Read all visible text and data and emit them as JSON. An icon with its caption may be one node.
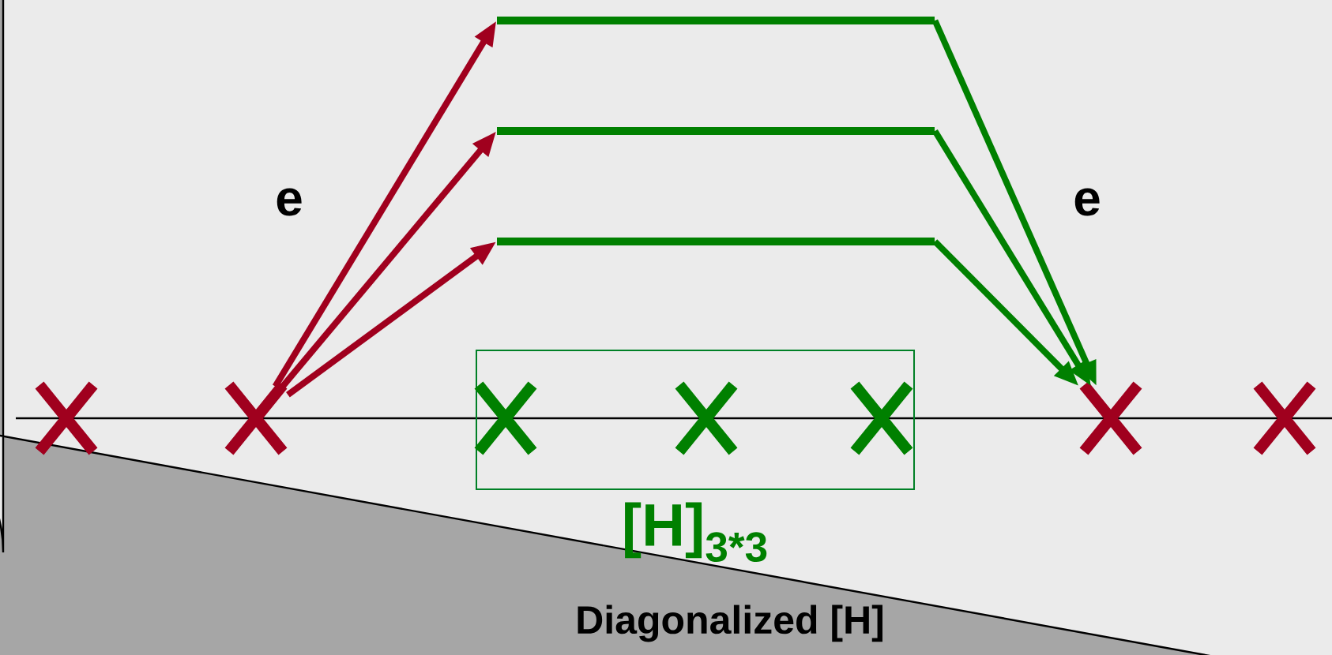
{
  "diagram": {
    "nodes": [
      {
        "text": [],
        "shape": "cross"
      },
      {
        "text": [],
        "shape": "cross"
      },
      {
        "text": [],
        "shape": "bar"
      },
      {
        "text": [],
        "shape": "bar"
      },
      {
        "text": [],
        "shape": "bar"
      },
      {
        "text": [
          "[H]$_{3*3}$"
        ]
      },
      {
        "text": [],
        "shape": "cross",
        "in": 5
      },
      {
        "text": [],
        "shape": "cross",
        "in": 5
      },
      {
        "text": [],
        "shape": "cross",
        "in": 5
      },
      {
        "text": [],
        "shape": "cross"
      },
      {
        "text": [],
        "shape": "cross"
      }
    ],
    "edges": [
      {
        "from": 1,
        "to": 2,
        "arrow": "to"
      },
      {
        "from": 1,
        "to": 3,
        "arrow": "to"
      },
      {
        "from": 1,
        "to": 4,
        "arrow": "to"
      },
      {
        "from": 2,
        "to": 9,
        "arrow": "to",
        "color": "#008000"
      },
      {
        "from": 3,
        "to": 9,
        "arrow": "to",
        "color": "#008000"
      },
      {
        "from": 4,
        "to": 9,
        "arrow": "to",
        "color": "#008000"
      }
    ],
    "labels": [
      "e",
      "e",
      "Diagonalized [H]"
    ]
  }
}
